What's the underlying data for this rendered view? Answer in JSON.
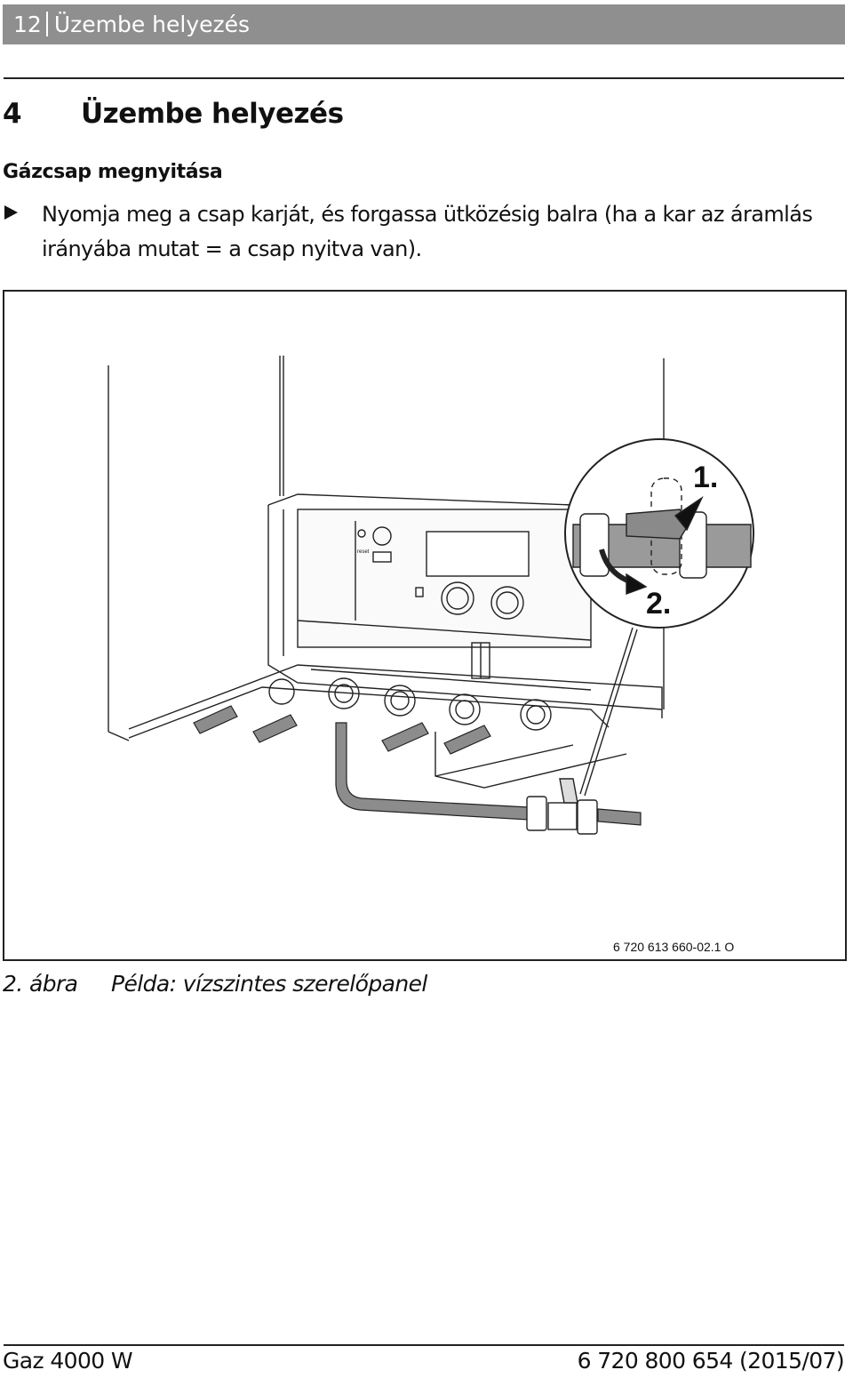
{
  "header": {
    "page_number": "12",
    "section": "Üzembe helyezés"
  },
  "chapter": {
    "number": "4",
    "title": "Üzembe helyezés"
  },
  "subheading": "Gázcsap megnyitása",
  "instruction": "Nyomja meg a csap karját, és forgassa ütközésig balra (ha a kar az áramlás irányába mutat = a csap nyitva van).",
  "figure": {
    "step1_label": "1.",
    "step2_label": "2.",
    "reset_label": "reset",
    "code": "6 720 613 660-02.1 O",
    "caption_number": "2. ábra",
    "caption_text": "Példa: vízszintes szerelőpanel"
  },
  "footer": {
    "product": "Gaz 4000 W",
    "doc_number": "6 720 800 654 (2015/07)"
  }
}
